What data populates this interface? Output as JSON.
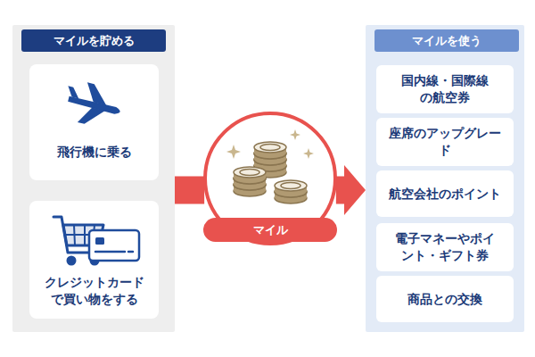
{
  "diagram": {
    "nodes": [
      {
        "text": [
          "マイルを貯める"
        ]
      },
      {
        "text": [
          "飛行機に乗る"
        ],
        "in": 0
      },
      {
        "text": [
          "クレジットカードで買い物をする"
        ],
        "in": 0
      },
      {
        "text": [
          "マイル"
        ]
      },
      {
        "text": [
          "マイルを使う"
        ]
      },
      {
        "text": [
          "国内線・国際線の航空券"
        ],
        "in": 4
      },
      {
        "text": [
          "座席のアップグレード"
        ],
        "in": 4
      },
      {
        "text": [
          "航空会社のポイント"
        ],
        "in": 4
      },
      {
        "text": [
          "電子マネーやポイント・ギフト券"
        ],
        "in": 4
      },
      {
        "text": [
          "商品との交換"
        ],
        "in": 4
      }
    ],
    "edges": [
      {
        "from": 0,
        "to": 3,
        "arrow": "none"
      },
      {
        "from": 3,
        "to": 4,
        "arrow": "to"
      }
    ]
  }
}
